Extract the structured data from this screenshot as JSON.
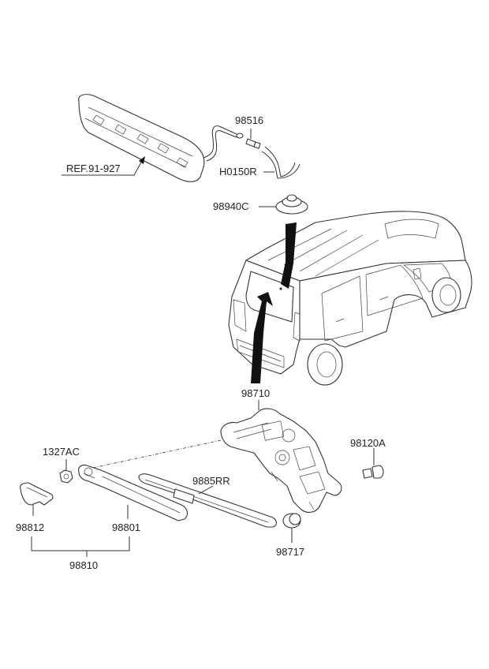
{
  "labels": {
    "ref": "REF.91-927",
    "p98516": "98516",
    "h0150r": "H0150R",
    "p98940c": "98940C",
    "p98710": "98710",
    "p1327ac": "1327AC",
    "p98120a": "98120A",
    "p9885rr": "9885RR",
    "p98812": "98812",
    "p98801": "98801",
    "p98717": "98717",
    "p98810": "98810"
  },
  "colors": {
    "stroke": "#333333",
    "arrow": "#111111",
    "text": "#222222",
    "background": "#ffffff"
  }
}
